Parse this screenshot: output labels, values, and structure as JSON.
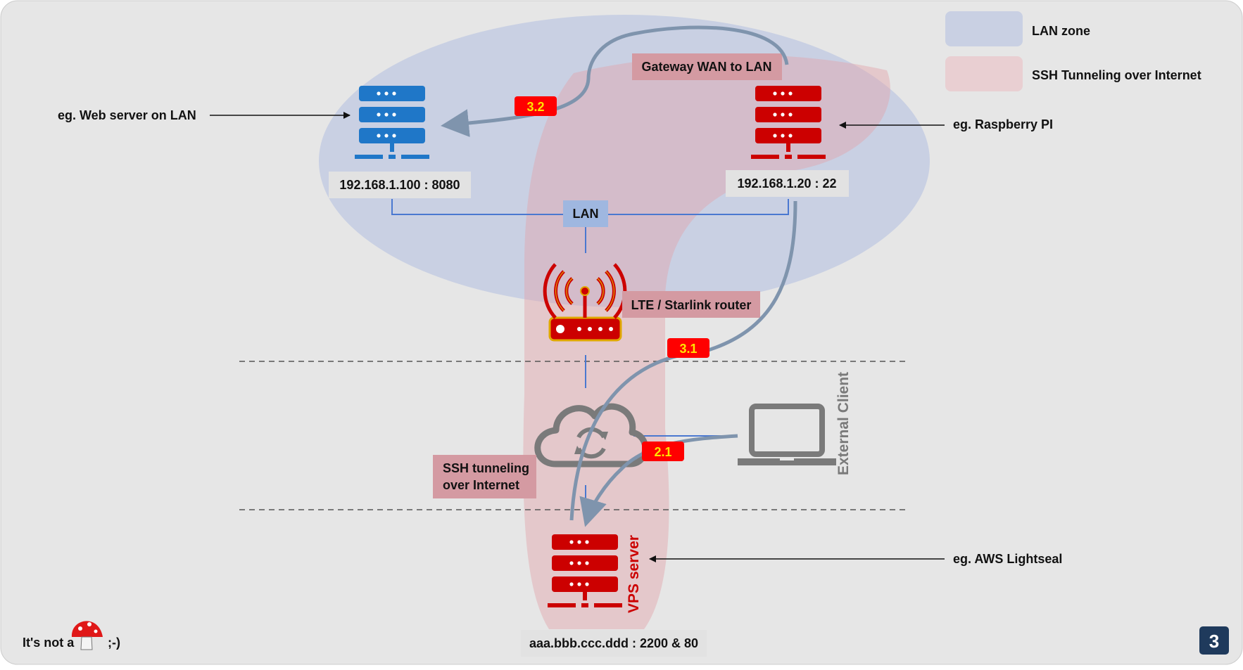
{
  "legend": {
    "lan_zone": "LAN zone",
    "ssh_tunneling": "SSH Tunneling over Internet",
    "lan_color": "#c9d0e3",
    "ssh_color": "#e9cfd2"
  },
  "labels": {
    "web_server": "eg. Web server on LAN",
    "raspberry": "eg. Raspberry PI",
    "aws": "eg. AWS Lightseal",
    "gateway": "Gateway WAN to LAN",
    "lte_router": "LTE / Starlink router",
    "ssh_tunnel_line1": "SSH tunneling",
    "ssh_tunnel_line2": "over Internet",
    "external_client": "External Client",
    "vps_server": "VPS server",
    "lan": "LAN",
    "web_ip": "192.168.1.100 : 8080",
    "pi_ip": "192.168.1.20 : 22",
    "vps_ip": "aaa.bbb.ccc.ddd : 2200 & 80",
    "footer_left": "It's not a",
    "footer_right": ";-)",
    "page_number": "3"
  },
  "badges": {
    "b32": "3.2",
    "b31": "3.1",
    "b21": "2.1"
  },
  "colors": {
    "server_blue": "#1f77c8",
    "server_red": "#cc0000",
    "badge_red": "#ff0000",
    "arrow": "#7f94ad",
    "lan_box": "#9fb7e0",
    "label_box": "#d49aa2",
    "ip_box": "#e2e2e2"
  }
}
